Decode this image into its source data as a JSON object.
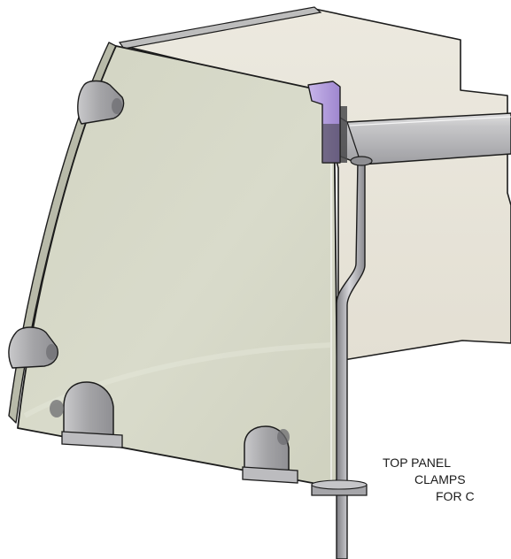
{
  "figure": {
    "caption_lines": [
      "TOP PANEL",
      "CLAMPS",
      "FOR C"
    ],
    "colors": {
      "glass": "#d6d8c8",
      "housing": "#e9e6dc",
      "clamp": "#a9a9ab",
      "top_clip": "#b8a3de",
      "pole": "#9c9c9f",
      "outline": "#1c1c1c"
    }
  }
}
